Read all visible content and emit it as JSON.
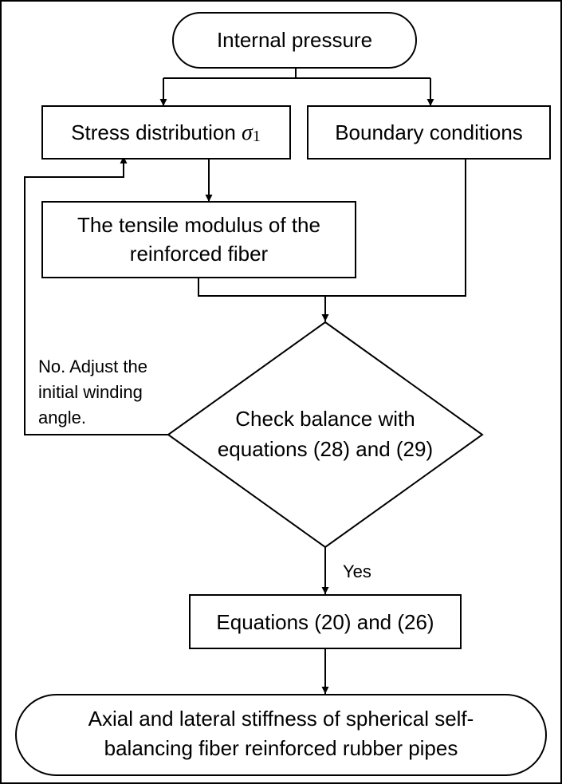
{
  "nodes": {
    "start": {
      "label": "Internal pressure"
    },
    "stress": {
      "label": "Stress distribution ",
      "symbol": "σ",
      "subscript": "1"
    },
    "boundary": {
      "label": "Boundary conditions"
    },
    "tensile": {
      "line1": "The tensile modulus of the",
      "line2": "reinforced fiber"
    },
    "check": {
      "line1": "Check balance with",
      "line2": "equations (28) and (29)"
    },
    "equations": {
      "label": "Equations (20) and (26)"
    },
    "result": {
      "line1": "Axial and lateral stiffness of spherical self-",
      "line2": "balancing fiber reinforced rubber pipes"
    }
  },
  "edges": {
    "no_label": {
      "line1": "No. Adjust the",
      "line2": "initial winding",
      "line3": "angle."
    },
    "yes_label": "Yes"
  },
  "colors": {
    "stroke": "#000000",
    "fill": "#ffffff",
    "text": "#000000"
  }
}
